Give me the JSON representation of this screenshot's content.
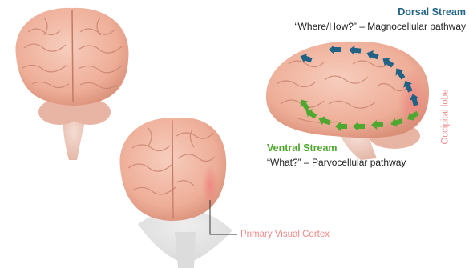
{
  "labels": {
    "dorsal_stream": "Dorsal Stream",
    "dorsal_pathway": "“Where/How?” – Magnocellular pathway",
    "ventral_stream": "Ventral Stream",
    "ventral_pathway": "“What?” – Parvocellular pathway",
    "primary_visual_cortex": "Primary Visual Cortex",
    "occipital_lobe": "Occipital lobe"
  },
  "colors": {
    "dorsal": "#1f6285",
    "ventral": "#4ea72e",
    "cortex_highlight": "#f08a8a",
    "brain": "#efb29f"
  },
  "icons": {
    "dorsal_arrows": "arrow-icon",
    "ventral_arrows": "arrow-icon"
  }
}
